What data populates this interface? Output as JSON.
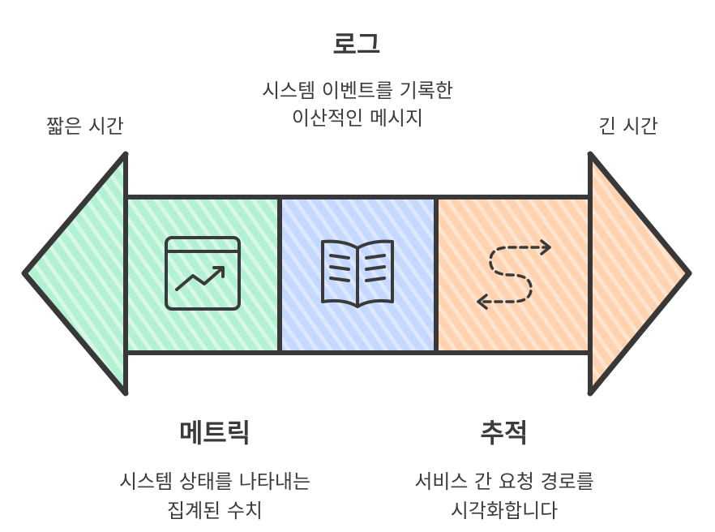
{
  "left_end": {
    "label": "짧은 시간"
  },
  "right_end": {
    "label": "긴 시간"
  },
  "segments": [
    {
      "id": "metrics",
      "title": "메트릭",
      "desc_line1": "시스템 상태를 나타내는",
      "desc_line2": "집계된 수치",
      "icon": "chart-trend-icon",
      "color": "#b2f2d2"
    },
    {
      "id": "logs",
      "title": "로그",
      "desc_line1": "시스템 이벤트를 기록한",
      "desc_line2": "이산적인 메시지",
      "icon": "open-book-icon",
      "color": "#c5d8ff"
    },
    {
      "id": "traces",
      "title": "추적",
      "desc_line1": "서비스 간 요청 경로를",
      "desc_line2": "시각화합니다",
      "icon": "dashed-path-icon",
      "color": "#ffd2b0"
    }
  ],
  "colors": {
    "outline": "#383838",
    "text": "#3b3b3b"
  }
}
